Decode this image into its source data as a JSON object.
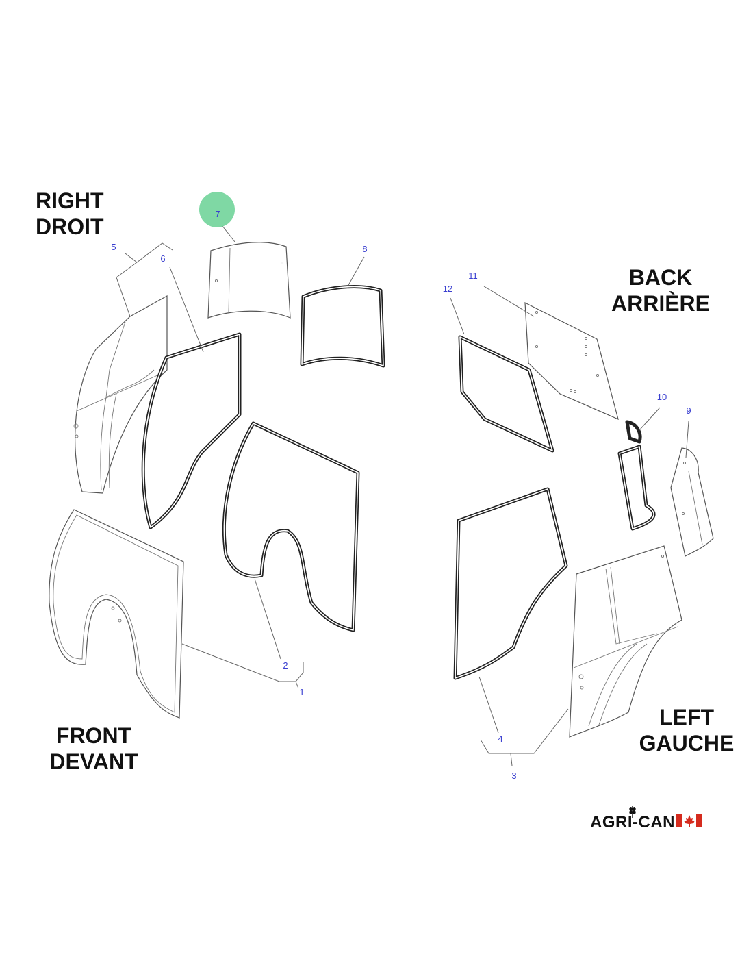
{
  "labels": {
    "right": [
      "RIGHT",
      "DROIT"
    ],
    "back": [
      "BACK",
      "ARRIÈRE"
    ],
    "front": [
      "FRONT",
      "DEVANT"
    ],
    "left": [
      "LEFT",
      "GAUCHE"
    ]
  },
  "callouts": [
    "1",
    "2",
    "3",
    "4",
    "5",
    "6",
    "7",
    "8",
    "9",
    "10",
    "11",
    "12"
  ],
  "highlighted_callout": "7",
  "colors": {
    "callout_text": "#3a3fd0",
    "highlight_circle": "#7fd8a4",
    "logo_red": "#d52b1e"
  },
  "logo": {
    "text": "AGRI-CAN"
  }
}
